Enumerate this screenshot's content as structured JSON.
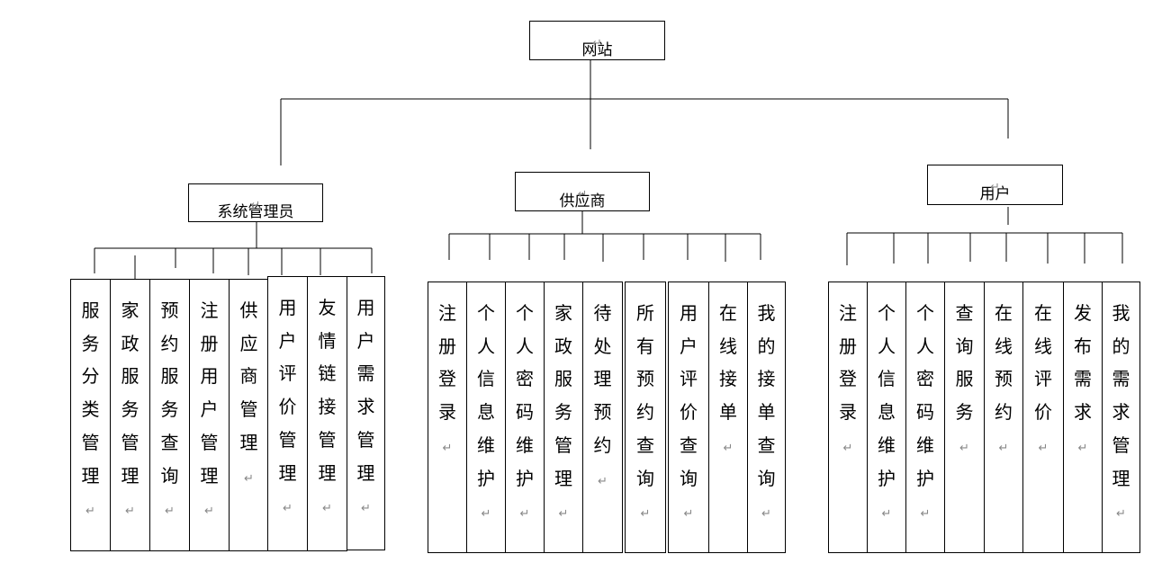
{
  "root": {
    "label": "网站↵"
  },
  "groups": [
    {
      "label": "系统管理员↵",
      "items": [
        "服务分类管理↵",
        "家政服务管理↵",
        "预约服务查询↵",
        "注册用户管理↵",
        "供应商管理↵",
        "用户评价管理↵",
        "友情链接管理↵",
        "用户需求管理↵"
      ]
    },
    {
      "label": "供应商↵",
      "items": [
        "注册登录↵",
        "个人信息维护↵",
        "个人密码维护↵",
        "家政服务管理↵",
        "待处理预约↵",
        "所有预约查询↵",
        "用户评价查询↵",
        "在线接单↵",
        "我的接单查询↵"
      ]
    },
    {
      "label": "用户↵",
      "items": [
        "注册登录↵",
        "个人信息维护↵",
        "个人密码维护↵",
        "查询服务↵",
        "在线预约↵",
        "在线评价↵",
        "发布需求↵",
        "我的需求管理↵"
      ]
    }
  ]
}
